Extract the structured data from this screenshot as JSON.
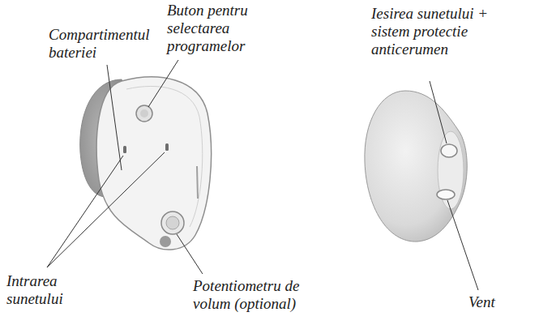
{
  "diagram": {
    "labels": [
      "Buton pentru selectarea programelor",
      "Compartimentul bateriei",
      "Iesirea sunetului + sistem protectie anticerumen",
      "Intrarea sunetului",
      "Potentiometru de volum (optional)",
      "Vent"
    ]
  }
}
